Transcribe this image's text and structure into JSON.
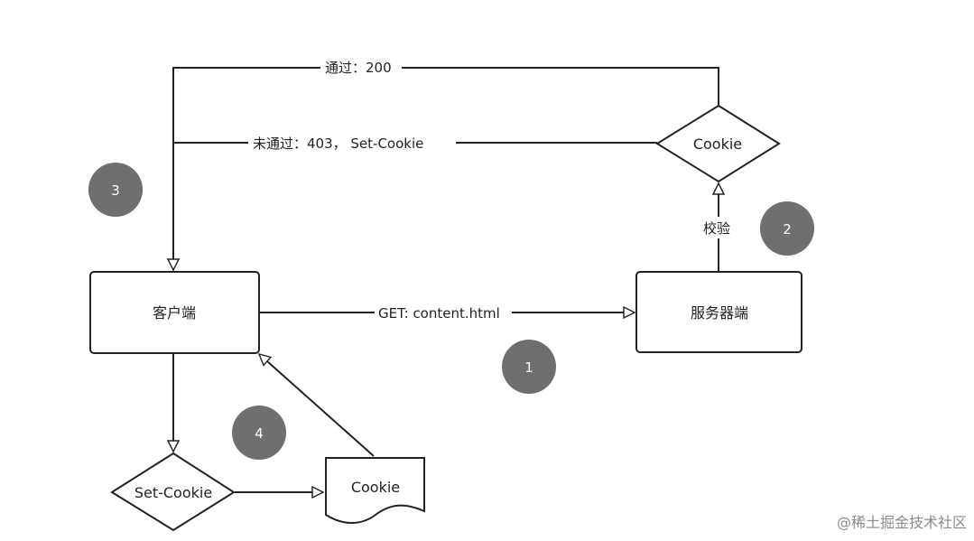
{
  "nodes": {
    "client": "客户端",
    "server": "服务器端",
    "cookie_check": "Cookie",
    "set_cookie": "Set-Cookie",
    "cookie_doc": "Cookie"
  },
  "edges": {
    "pass": "通过：200",
    "fail": "未通过：403， Set-Cookie",
    "verify": "校验",
    "get": "GET: content.html"
  },
  "steps": [
    "3",
    "2",
    "1",
    "4"
  ],
  "watermark": "@稀土掘金技术社区"
}
